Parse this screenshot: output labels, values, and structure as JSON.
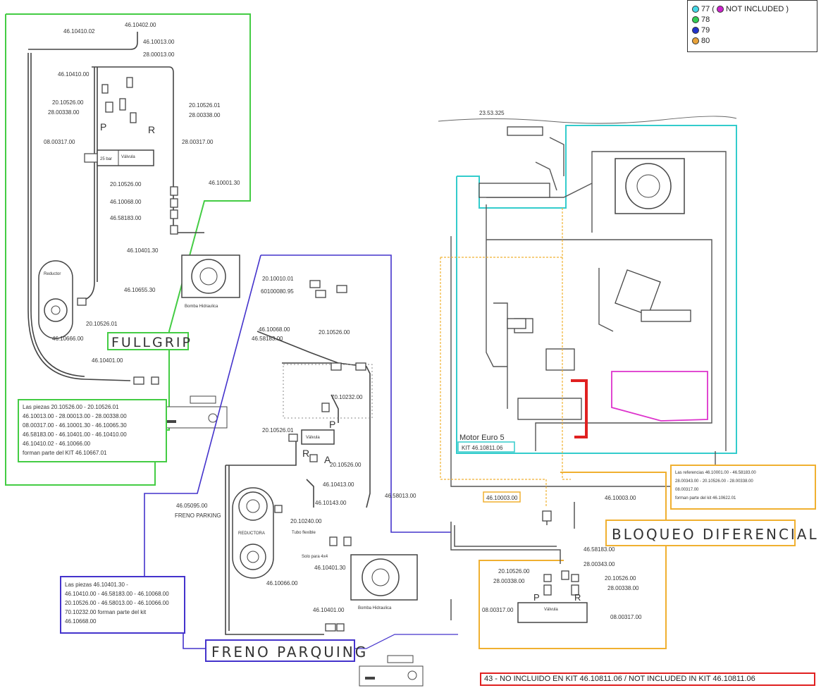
{
  "legend": {
    "items": [
      {
        "label": "77 (",
        "color": "#44d8e6",
        "extra_color": "#cc22cc",
        "extra_label": "NOT INCLUDED )"
      },
      {
        "label": "78",
        "color": "#33cc55"
      },
      {
        "label": "79",
        "color": "#2233cc"
      },
      {
        "label": "80",
        "color": "#e8a23a"
      }
    ]
  },
  "colors": {
    "green": "#44cc44",
    "blue": "#4433cc",
    "cyan": "#33cccc",
    "orange": "#f0b030",
    "magenta": "#dd33cc",
    "red": "#e02020",
    "line": "#444444"
  },
  "fullgrip": {
    "title": "FULLGRIP",
    "parts": [
      "46.10410.02",
      "46.10402.00",
      "46.10013.00",
      "28.00013.00",
      "46.10410.00",
      "20.10526.00",
      "28.00338.00",
      "20.10526.01",
      "28.00338.00",
      "08.00317.00",
      "28.00317.00",
      "46.10001.30",
      "20.10526.00",
      "46.10068.00",
      "46.58183.00",
      "46.10401.30",
      "46.10655.30",
      "20.10526.01",
      "46.10666.00",
      "46.10401.00"
    ],
    "valve_label": "25 bar",
    "valve_text": "Válvula",
    "reductor_label": "Reductor",
    "bomba_label": "Bomba Hidraulica",
    "kit_text": [
      "Las piezas 20.10526.00 - 20.10526.01",
      "46.10013.00 - 28.00013.00 - 28.00338.00",
      "08.00317.00 - 46.10001.30 - 46.10065.30",
      "46.58183.00 - 46.10401.00 - 46.10410.00",
      "46.10410.02 - 46.10066.00",
      "forman parte del KIT 46.10667.01"
    ]
  },
  "freno": {
    "title": "FRENO PARQUING",
    "parts": [
      "20.10010.01",
      "60100080.95",
      "46.10068.00",
      "46.58183.00",
      "20.10526.00",
      "70.10232.00",
      "20.10526.01",
      "20.10526.00",
      "46.10413.00",
      "46.10143.00",
      "46.58013.00",
      "46.05095.00",
      "FRENO PARKING",
      "20.10240.00",
      "46.10401.30",
      "46.10066.00",
      "46.10401.00"
    ],
    "letters": [
      "P",
      "R",
      "A"
    ],
    "reductora_label": "REDUCTORA",
    "valve_text": "Válvula",
    "bomba_label": "Bomba Hidraulica",
    "tubo_label": "Tubo flexible",
    "solo_label": "Solo para 4x4",
    "kit_text": [
      "Las piezas 46.10401.30 -",
      "46.10410.00 - 46.58183.00 - 46.10068.00",
      "20.10526.00 - 46.58013.00 - 46.10066.00",
      "70.10232.00 forman parte del kit",
      "46.10668.00"
    ]
  },
  "motor": {
    "label": "Motor Euro 5",
    "kit_label": "KIT 46.10811.06",
    "parts": [
      "23.53.325",
      "46.10003.00",
      "46.10003.00"
    ]
  },
  "bloqueo": {
    "title": "BLOQUEO DIFERENCIAL",
    "parts": [
      "46.58183.00",
      "28.00343.00",
      "20.10526.00",
      "28.00338.00",
      "20.10526.00",
      "28.00338.00",
      "08.00317.00",
      "08.00317.00"
    ],
    "letters": [
      "P",
      "R"
    ],
    "kit_text": [
      "Las referencias 46.10001.00 - 46.58183.00",
      "28.00343.00 - 20.10526.00 - 28.00338.00",
      "08.00317.00",
      "forman parte del kit 46.10622.01"
    ]
  },
  "footer": {
    "text": "43 - NO INCLUIDO EN KIT 46.10811.06 / NOT INCLUDED IN KIT 46.10811.06"
  }
}
